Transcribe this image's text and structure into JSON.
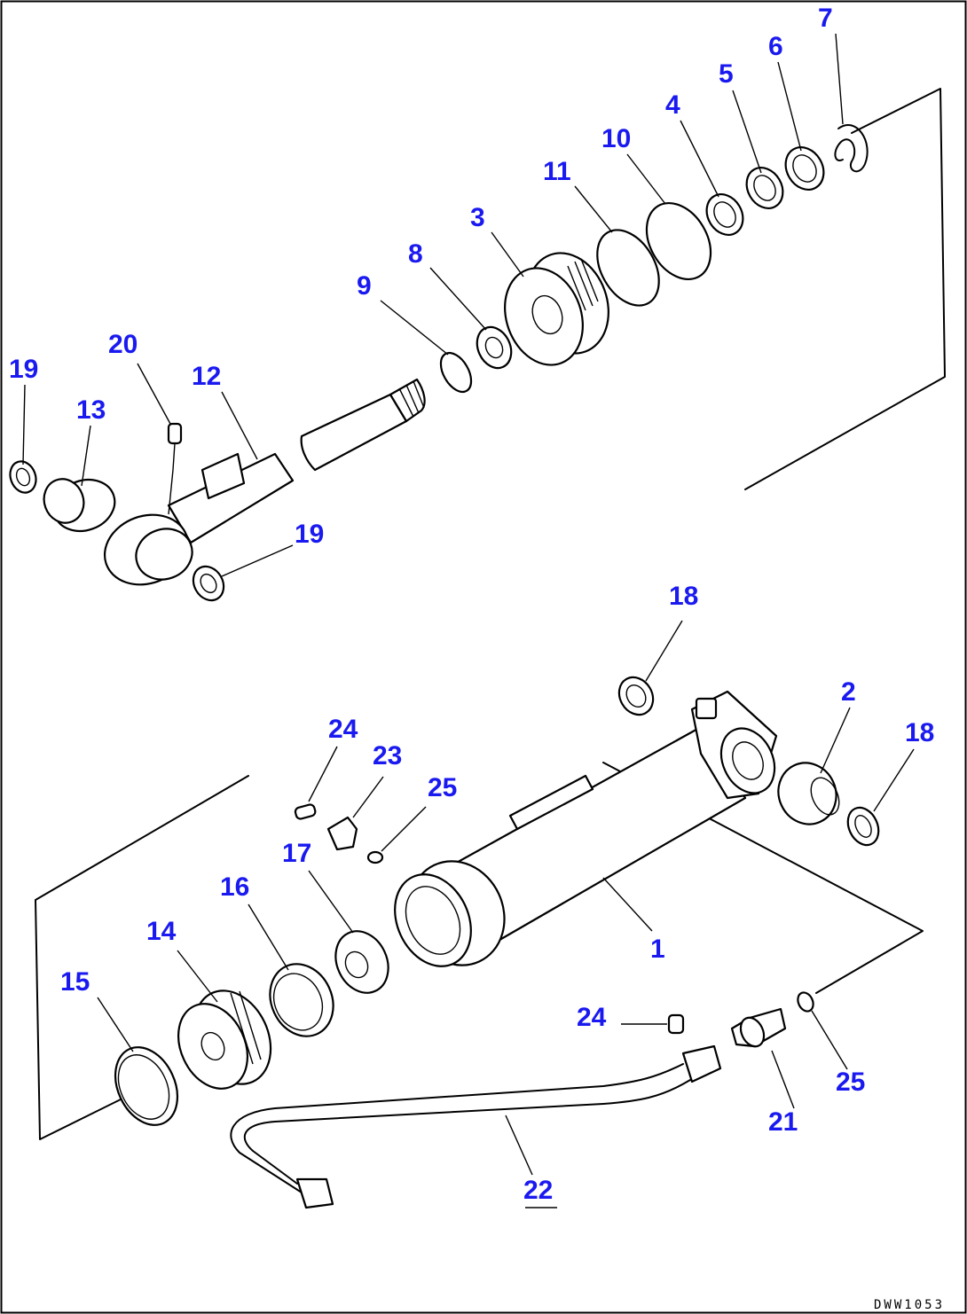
{
  "diagram": {
    "drawing_code": "DWW1053",
    "callouts": [
      {
        "id": "c7",
        "label": "7"
      },
      {
        "id": "c6",
        "label": "6"
      },
      {
        "id": "c5",
        "label": "5"
      },
      {
        "id": "c4",
        "label": "4"
      },
      {
        "id": "c10",
        "label": "10"
      },
      {
        "id": "c11",
        "label": "11"
      },
      {
        "id": "c3",
        "label": "3"
      },
      {
        "id": "c8",
        "label": "8"
      },
      {
        "id": "c9",
        "label": "9"
      },
      {
        "id": "c20",
        "label": "20"
      },
      {
        "id": "c12",
        "label": "12"
      },
      {
        "id": "c19a",
        "label": "19"
      },
      {
        "id": "c13",
        "label": "13"
      },
      {
        "id": "c19b",
        "label": "19"
      },
      {
        "id": "c18a",
        "label": "18"
      },
      {
        "id": "c2",
        "label": "2"
      },
      {
        "id": "c18b",
        "label": "18"
      },
      {
        "id": "c24a",
        "label": "24"
      },
      {
        "id": "c23",
        "label": "23"
      },
      {
        "id": "c25a",
        "label": "25"
      },
      {
        "id": "c17",
        "label": "17"
      },
      {
        "id": "c16",
        "label": "16"
      },
      {
        "id": "c14",
        "label": "14"
      },
      {
        "id": "c15",
        "label": "15"
      },
      {
        "id": "c1",
        "label": "1"
      },
      {
        "id": "c24b",
        "label": "24"
      },
      {
        "id": "c21",
        "label": "21"
      },
      {
        "id": "c25b",
        "label": "25"
      },
      {
        "id": "c22",
        "label": "22"
      }
    ]
  }
}
